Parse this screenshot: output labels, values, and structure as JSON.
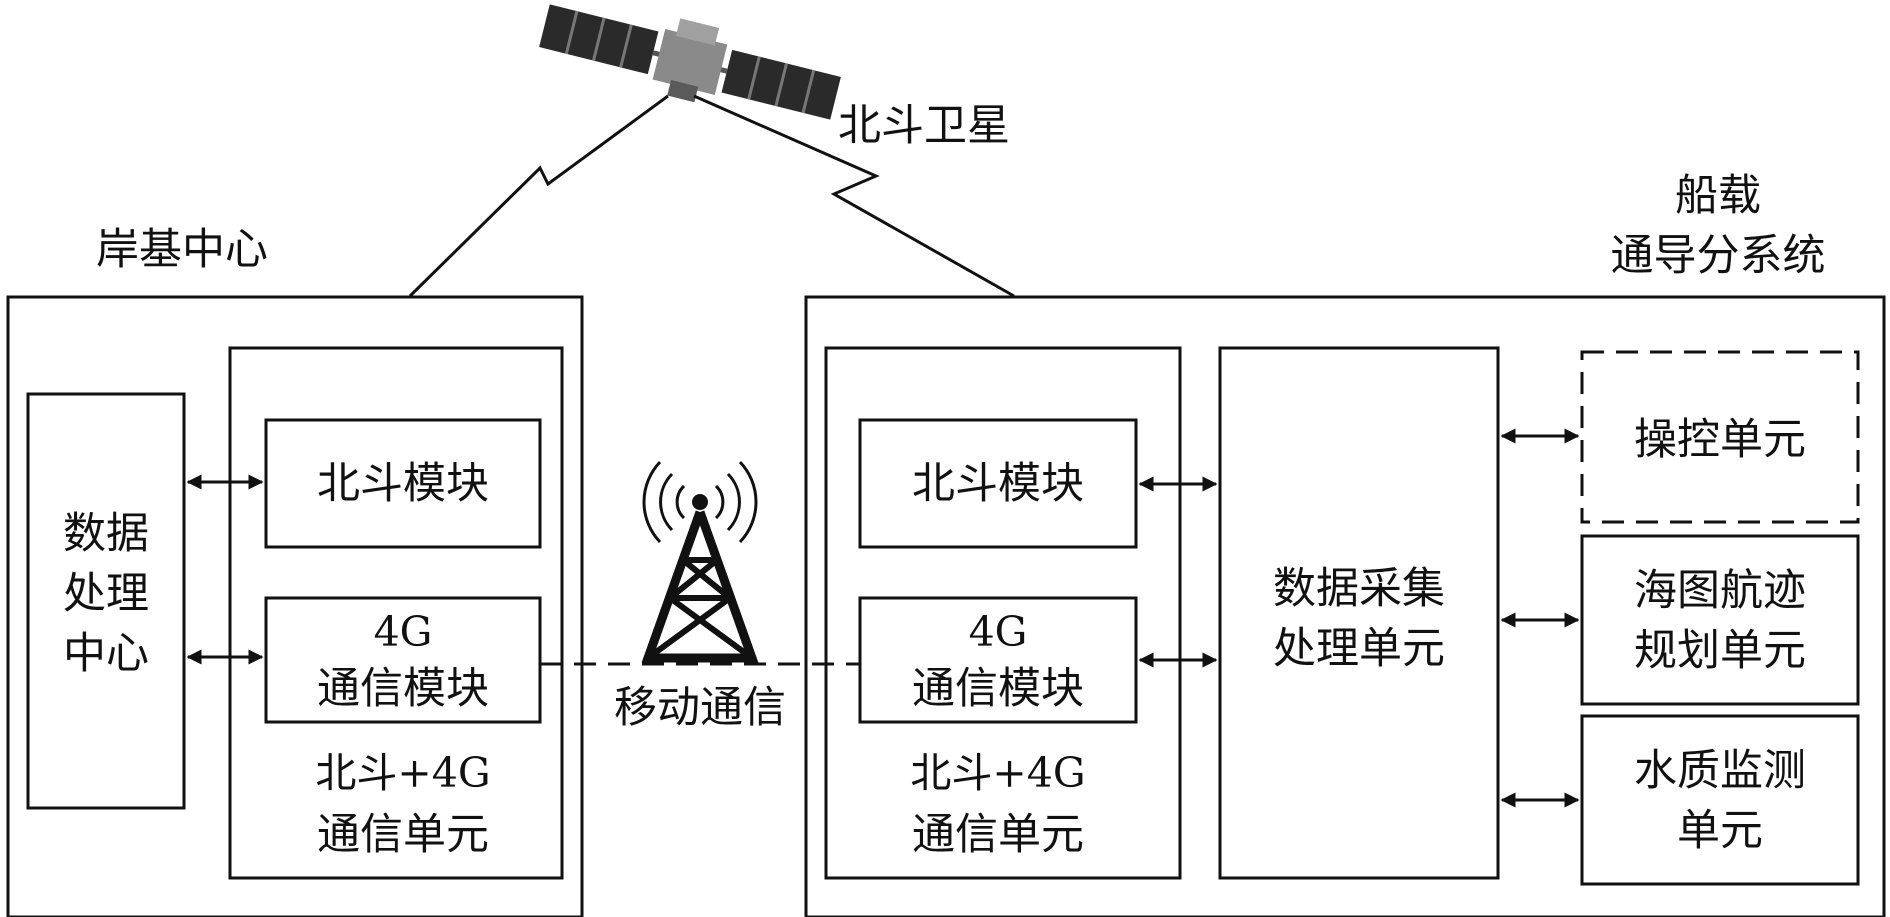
{
  "satellite": {
    "label": "北斗卫星"
  },
  "tower": {
    "label": "移动通信"
  },
  "shore": {
    "title": "岸基中心",
    "data_center": {
      "lines": [
        "数据",
        "处理",
        "中心"
      ]
    },
    "comm_unit": {
      "beidou_module": "北斗模块",
      "g4_module": {
        "line1": "4G",
        "line2": "通信模块"
      },
      "unit_label": {
        "line1": "北斗+4G",
        "line2": "通信单元"
      }
    }
  },
  "ship": {
    "title": {
      "line1": "船载",
      "line2": "通导分系统"
    },
    "comm_unit": {
      "beidou_module": "北斗模块",
      "g4_module": {
        "line1": "4G",
        "line2": "通信模块"
      },
      "unit_label": {
        "line1": "北斗+4G",
        "line2": "通信单元"
      }
    },
    "data_acq": {
      "line1": "数据采集",
      "line2": "处理单元"
    },
    "control_unit": "操控单元",
    "chart_unit": {
      "line1": "海图航迹",
      "line2": "规划单元"
    },
    "water_unit": {
      "line1": "水质监测",
      "line2": "单元"
    }
  }
}
